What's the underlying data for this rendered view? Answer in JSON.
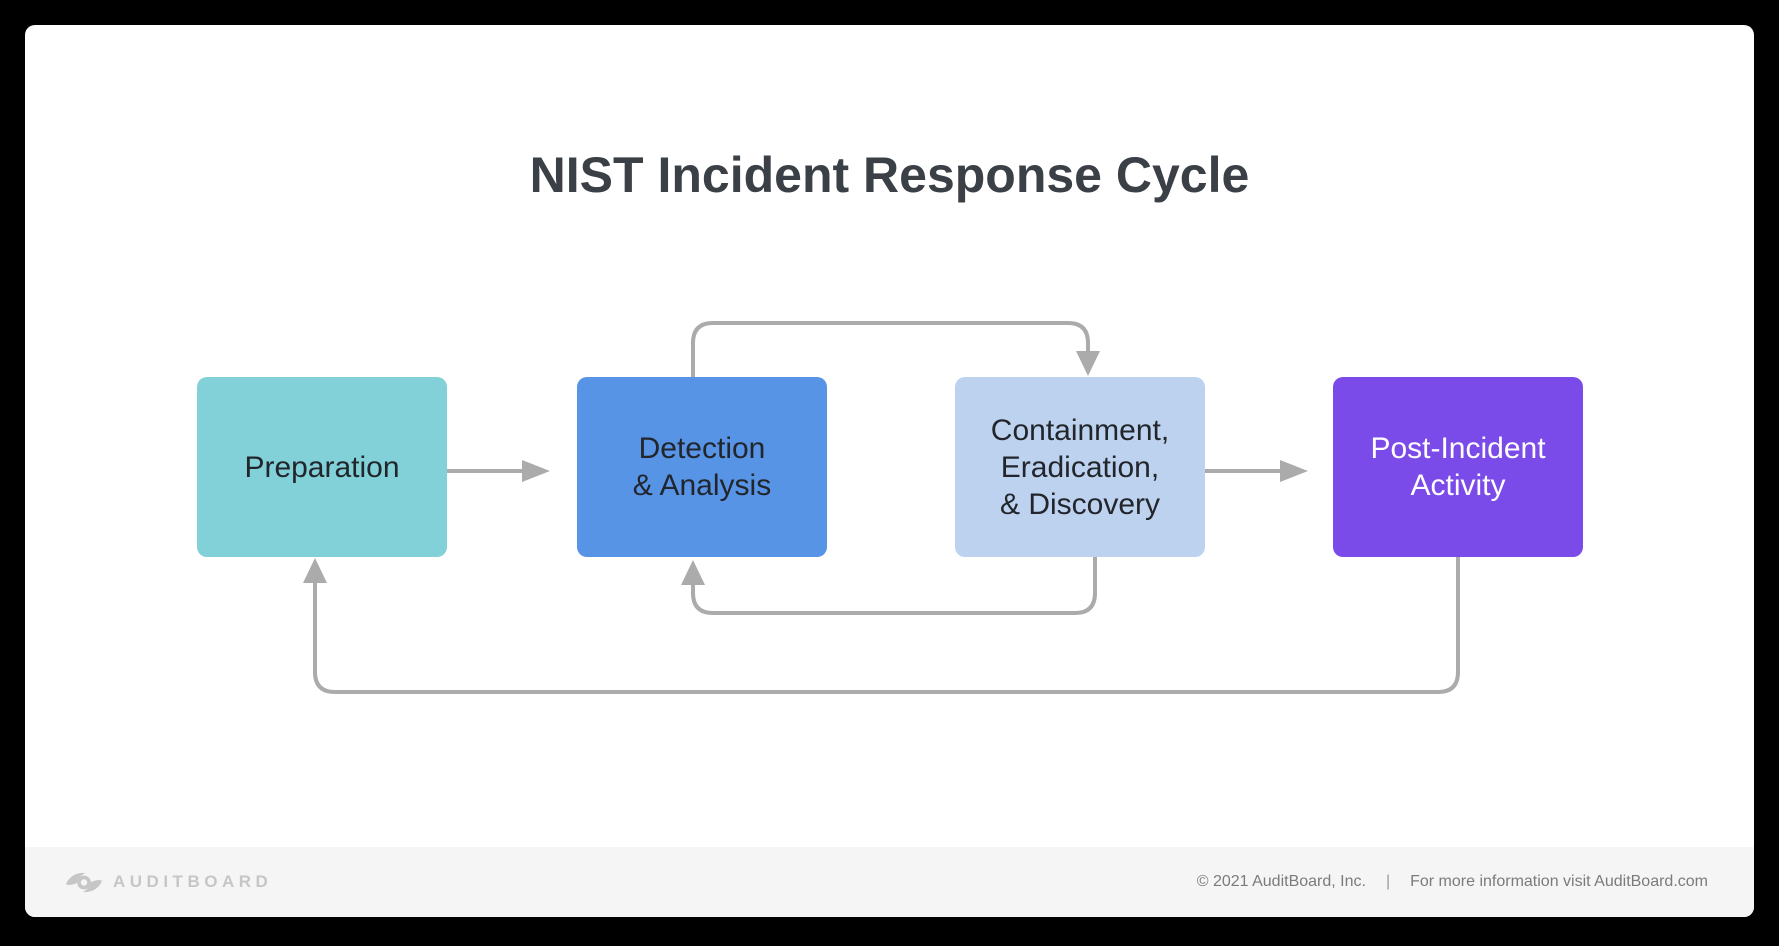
{
  "title": "NIST Incident Response Cycle",
  "diagram": {
    "nodes": [
      {
        "id": "preparation",
        "label": "Preparation",
        "fill": "#82D1D8",
        "text_color": "#22262C"
      },
      {
        "id": "detection-analysis",
        "label": "Detection\n& Analysis",
        "fill": "#5794E6",
        "text_color": "#22262C"
      },
      {
        "id": "containment-eradication-discovery",
        "label": "Containment,\nEradication,\n& Discovery",
        "fill": "#BDD2EE",
        "text_color": "#22262C"
      },
      {
        "id": "post-incident-activity",
        "label": "Post-Incident\nActivity",
        "fill": "#7B4BE9",
        "text_color": "#FFFFFF"
      }
    ],
    "edges": [
      {
        "from": "preparation",
        "to": "detection-analysis",
        "style": "straight-right"
      },
      {
        "from": "detection-analysis",
        "to": "containment-eradication-discovery",
        "style": "loop-over-top"
      },
      {
        "from": "containment-eradication-discovery",
        "to": "detection-analysis",
        "style": "loop-under-bottom"
      },
      {
        "from": "containment-eradication-discovery",
        "to": "post-incident-activity",
        "style": "straight-right"
      },
      {
        "from": "post-incident-activity",
        "to": "preparation",
        "style": "loop-under-bottom"
      }
    ],
    "arrow_color": "#ABABAB"
  },
  "footer": {
    "logo_text": "AUDITBOARD",
    "copyright": "© 2021 AuditBoard, Inc.",
    "separator": "|",
    "info": "For more information visit AuditBoard.com"
  }
}
